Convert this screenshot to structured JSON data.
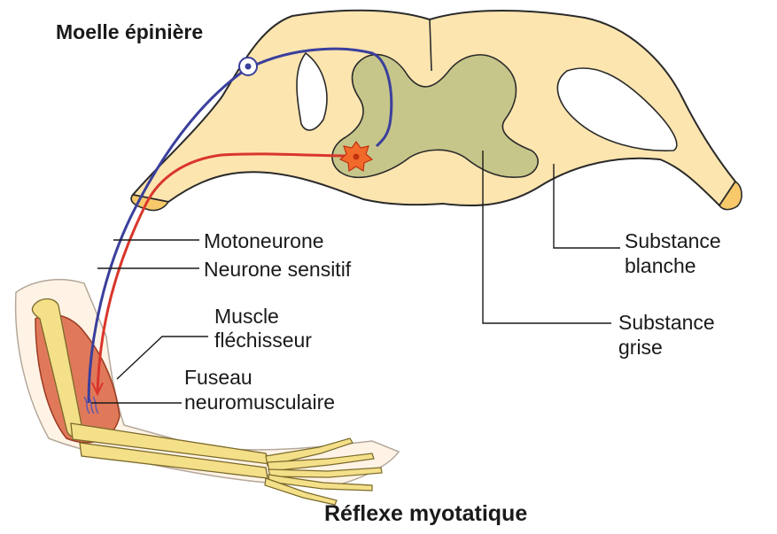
{
  "title": "Moelle épinière",
  "caption": "Réflexe myotatique",
  "labels": {
    "motoneurone": "Motoneurone",
    "neurone_sensitif": "Neurone sensitif",
    "muscle_line1": "Muscle",
    "muscle_line2": "fléchisseur",
    "fuseau_line1": "Fuseau",
    "fuseau_line2": "neuromusculaire",
    "blanche_line1": "Substance",
    "blanche_line2": "blanche",
    "grise_line1": "Substance",
    "grise_line2": "grise"
  },
  "colors": {
    "white_matter": "#fde5b0",
    "gray_matter": "#c6c68a",
    "outline": "#2a2a2a",
    "motoneurone": "#d9362b",
    "neurone_sensitif": "#3a3f9c",
    "muscle": "#e0795a",
    "bone": "#f5e08a"
  }
}
